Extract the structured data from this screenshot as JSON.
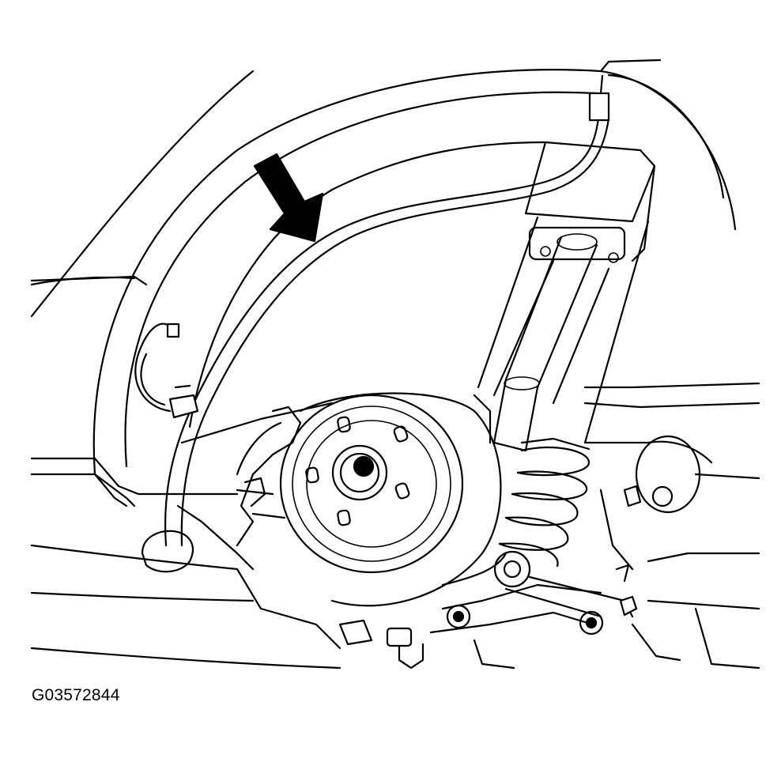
{
  "figure": {
    "id_label": "G03572844",
    "subject": "rear-suspension-wheel-well",
    "arrow_target": "wheel-speed-sensor-harness"
  },
  "colors": {
    "line": "#000000",
    "background": "#ffffff"
  }
}
